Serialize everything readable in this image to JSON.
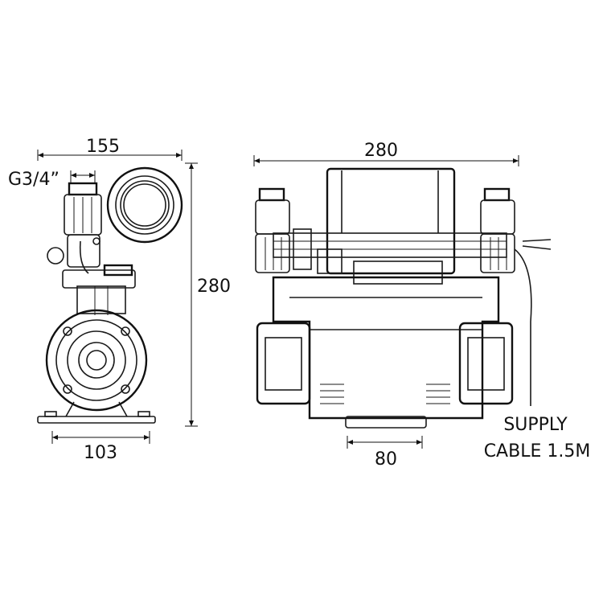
{
  "side_view": {
    "width_label": "155",
    "thread_label": "G3/4”",
    "height_label": "280",
    "base_label": "103"
  },
  "front_view": {
    "width_label": "280",
    "base_label": "80",
    "cable_label_line1": "SUPPLY",
    "cable_label_line2": "CABLE 1.5M"
  }
}
